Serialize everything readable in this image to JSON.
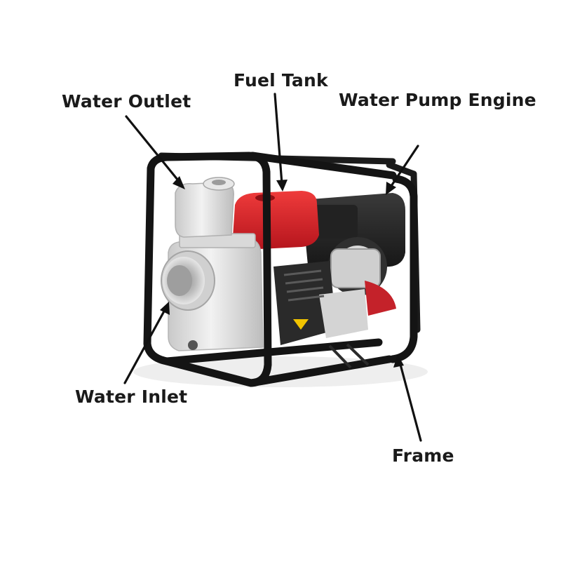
{
  "labels": {
    "water_outlet": "Water Outlet",
    "fuel_tank": "Fuel Tank",
    "water_pump_engine": "Water Pump Engine",
    "water_inlet": "Water Inlet",
    "frame": "Frame"
  },
  "colors": {
    "background": "#ffffff",
    "text": "#1a1a1a",
    "frame_tube": "#111111",
    "fuel_tank": "#d6212a",
    "engine": "#262626",
    "pump_body": "#dcdcdc"
  }
}
